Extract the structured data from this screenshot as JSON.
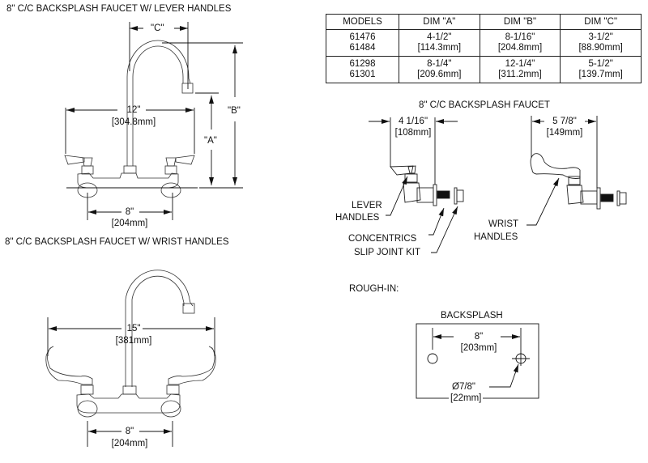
{
  "titles": {
    "lever_faucet": "8\" C/C BACKSPLASH FAUCET W/ LEVER HANDLES",
    "wrist_faucet": "8\" C/C BACKSPLASH FAUCET W/  WRIST HANDLES",
    "side_views": "8\" C/C BACKSPLASH FAUCET",
    "rough_in": "ROUGH-IN:",
    "backsplash": "BACKSPLASH"
  },
  "dimension_table": {
    "headers": [
      "MODELS",
      "DIM \"A\"",
      "DIM \"B\"",
      "DIM \"C\""
    ],
    "rows": [
      {
        "models": [
          "61476",
          "61484"
        ],
        "dim_a": [
          "4-1/2\"",
          "[114.3mm]"
        ],
        "dim_b": [
          "8-1/16\"",
          "[204.8mm]"
        ],
        "dim_c": [
          "3-1/2\"",
          "[88.90mm]"
        ]
      },
      {
        "models": [
          "61298",
          "61301"
        ],
        "dim_a": [
          "8-1/4\"",
          "[209.6mm]"
        ],
        "dim_b": [
          "12-1/4\"",
          "[311.2mm]"
        ],
        "dim_c": [
          "5-1/2\"",
          "[139.7mm]"
        ]
      }
    ]
  },
  "lever_view": {
    "dim_c": "\"C\"",
    "dim_b": "\"B\"",
    "dim_a": "\"A\"",
    "width": "12\"",
    "width_mm": "[304.8mm]",
    "centers": "8\"",
    "centers_mm": "[204mm]"
  },
  "wrist_view": {
    "width": "15\"",
    "width_mm": "[381mm]",
    "centers": "8\"",
    "centers_mm": "[204mm]"
  },
  "side_lever": {
    "depth": "4 1/16\"",
    "depth_mm": "[108mm]",
    "callout_handles_1": "LEVER",
    "callout_handles_2": "HANDLES",
    "callout_concentrics": "CONCENTRICS",
    "callout_slip_joint": "SLIP JOINT KIT"
  },
  "side_wrist": {
    "depth": "5 7/8\"",
    "depth_mm": "[149mm]",
    "callout_handles_1": "WRIST",
    "callout_handles_2": "HANDLES"
  },
  "rough_in": {
    "spacing": "8\"",
    "spacing_mm": "[203mm]",
    "hole_dia": "Ø7/8\"",
    "hole_dia_mm": "[22mm]"
  }
}
